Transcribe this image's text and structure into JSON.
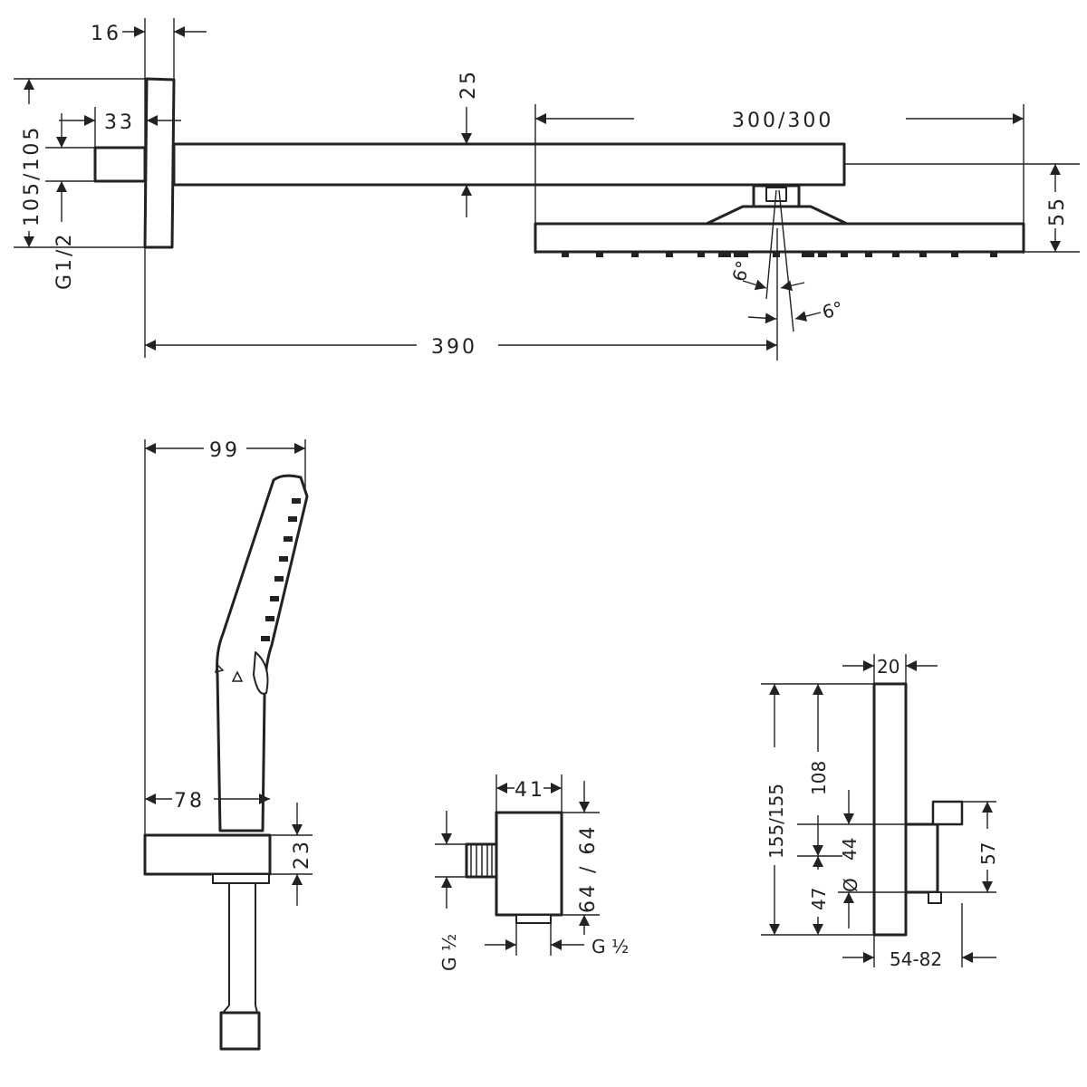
{
  "title": "Shower set dimension drawing",
  "overhead": {
    "plate_depth": "16",
    "thread_length": "33",
    "arm_height": "25",
    "head_size": "300/300",
    "plate_size": "105/105",
    "thread": "G1/2",
    "head_height": "55",
    "angle_left": "6°",
    "angle_right": "6°",
    "projection": "390"
  },
  "hand_shower": {
    "width": "99",
    "holder_offset": "78",
    "holder_height": "23"
  },
  "wall_outlet": {
    "width": "41",
    "size": "64 / 64",
    "thread_side": "G ½",
    "thread_bottom": "G ½"
  },
  "thermostat": {
    "plate_depth": "20",
    "plate_size": "155/155",
    "upper": "108",
    "middle": "44",
    "lower": "47",
    "diameter": "Ø",
    "body_height": "57",
    "projection": "54-82"
  },
  "colors": {
    "line": "#222222",
    "background": "#ffffff"
  }
}
